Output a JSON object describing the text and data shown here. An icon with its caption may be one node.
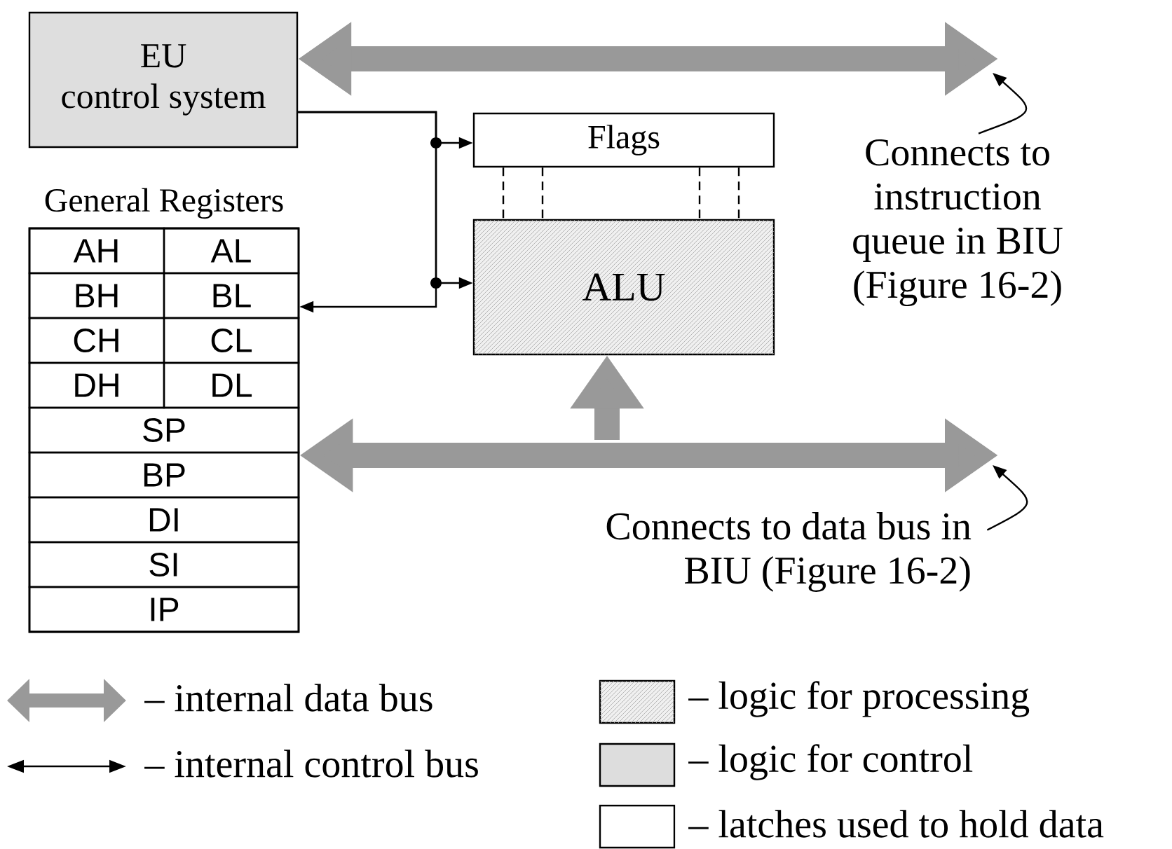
{
  "diagram": {
    "nodes": [
      {
        "text": [
          "EU",
          "control system"
        ]
      },
      {
        "text": [
          "Flags"
        ]
      },
      {
        "text": [
          "ALU"
        ]
      },
      {
        "text": [
          "General Registers"
        ]
      },
      {
        "text": [
          "AH"
        ],
        "in": 3
      },
      {
        "text": [
          "AL"
        ],
        "in": 3
      },
      {
        "text": [
          "BH"
        ],
        "in": 3
      },
      {
        "text": [
          "BL"
        ],
        "in": 3
      },
      {
        "text": [
          "CH"
        ],
        "in": 3
      },
      {
        "text": [
          "CL"
        ],
        "in": 3
      },
      {
        "text": [
          "DH"
        ],
        "in": 3
      },
      {
        "text": [
          "DL"
        ],
        "in": 3
      },
      {
        "text": [
          "SP"
        ],
        "in": 3
      },
      {
        "text": [
          "BP"
        ],
        "in": 3
      },
      {
        "text": [
          "DI"
        ],
        "in": 3
      },
      {
        "text": [
          "SI"
        ],
        "in": 3
      },
      {
        "text": [
          "IP"
        ],
        "in": 3
      },
      {
        "text": [
          "Connects to instruction queue in BIU (Figure 16-2)"
        ]
      },
      {
        "text": [
          "Connects to data bus in BIU (Figure 16-2)"
        ]
      }
    ],
    "edges": [
      {
        "from": null,
        "to": 0,
        "arrow": "both",
        "style": "thick",
        "color": "#999999"
      },
      {
        "from": null,
        "to": 3,
        "arrow": "both",
        "style": "thick",
        "color": "#999999"
      },
      {
        "from": null,
        "to": 2,
        "arrow": "to",
        "style": "thick",
        "color": "#999999"
      },
      {
        "from": 0,
        "to": 1,
        "arrow": "to"
      },
      {
        "from": 0,
        "to": 2,
        "arrow": "to"
      },
      {
        "from": 0,
        "to": 7,
        "arrow": "to"
      },
      {
        "from": 1,
        "to": 2,
        "arrow": "none",
        "style": "dashed"
      },
      {
        "from": 1,
        "to": 2,
        "arrow": "none",
        "style": "dashed"
      },
      {
        "from": 1,
        "to": 2,
        "arrow": "none",
        "style": "dashed"
      },
      {
        "from": 1,
        "to": 2,
        "arrow": "none",
        "style": "dashed"
      },
      {
        "from": 17,
        "to": null,
        "arrow": "to"
      },
      {
        "from": 18,
        "to": null,
        "arrow": "to"
      }
    ],
    "legend": [
      {
        "text": "– internal data bus"
      },
      {
        "text": "– internal control bus"
      },
      {
        "text": "– logic for processing"
      },
      {
        "text": "– logic for control",
        "color": "#dddddd"
      },
      {
        "text": "– latches used to hold data"
      }
    ]
  }
}
